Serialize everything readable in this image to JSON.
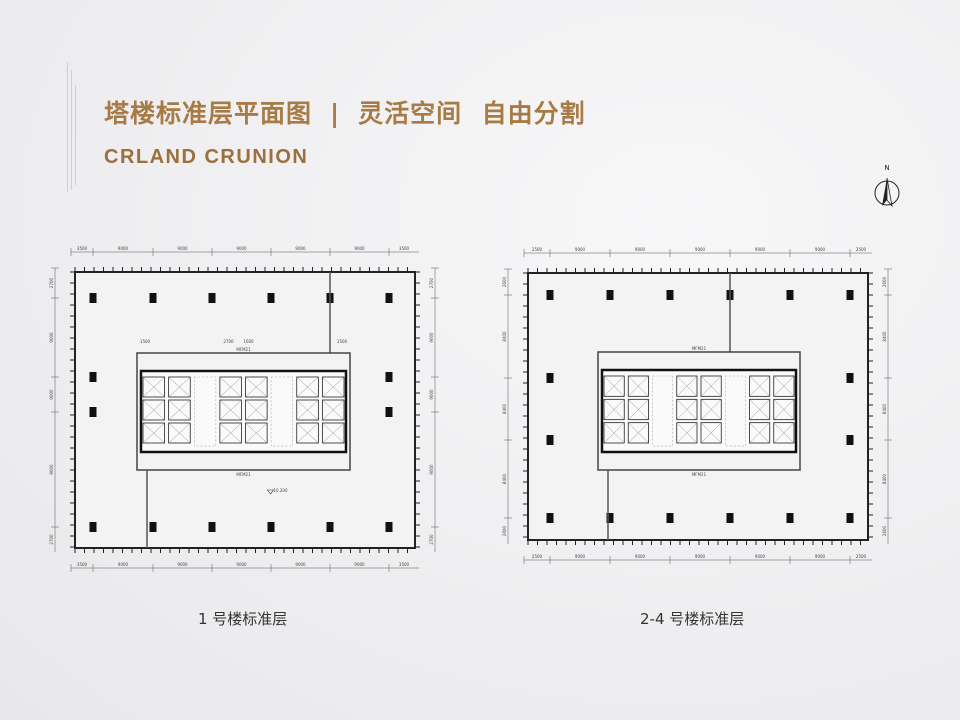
{
  "header": {
    "title_left": "塔楼标准层平面图",
    "separator": "|",
    "title_right": "灵活空间  自由分割",
    "subtitle": "CRLAND CRUNION"
  },
  "compass": {
    "label": "N"
  },
  "plan1": {
    "caption": "1 号楼标准层",
    "top_dims": [
      "3500",
      "9000",
      "9000",
      "9000",
      "9000",
      "9000",
      "3500"
    ],
    "bottom_dims": [
      "3500",
      "9000",
      "9000",
      "9000",
      "9000",
      "9000",
      "3500"
    ],
    "side_dims": [
      "2700",
      "9000",
      "9000",
      "9000",
      "2700"
    ],
    "core_dims": [
      "1500",
      "2700",
      "1600",
      "1500"
    ],
    "door_label": "MFM21",
    "elevation": "10.200"
  },
  "plan2": {
    "caption": "2-4 号楼标准层",
    "top_dims": [
      "2500",
      "9000",
      "9000",
      "9000",
      "9000",
      "9000",
      "2500"
    ],
    "bottom_dims": [
      "2500",
      "9000",
      "9000",
      "9000",
      "9000",
      "9000",
      "2500"
    ],
    "side_dims": [
      "2600",
      "8400",
      "8400",
      "8400",
      "2600"
    ],
    "door_label": "MFM21"
  },
  "colors": {
    "gold": "#a87a45",
    "line": "#333333"
  }
}
